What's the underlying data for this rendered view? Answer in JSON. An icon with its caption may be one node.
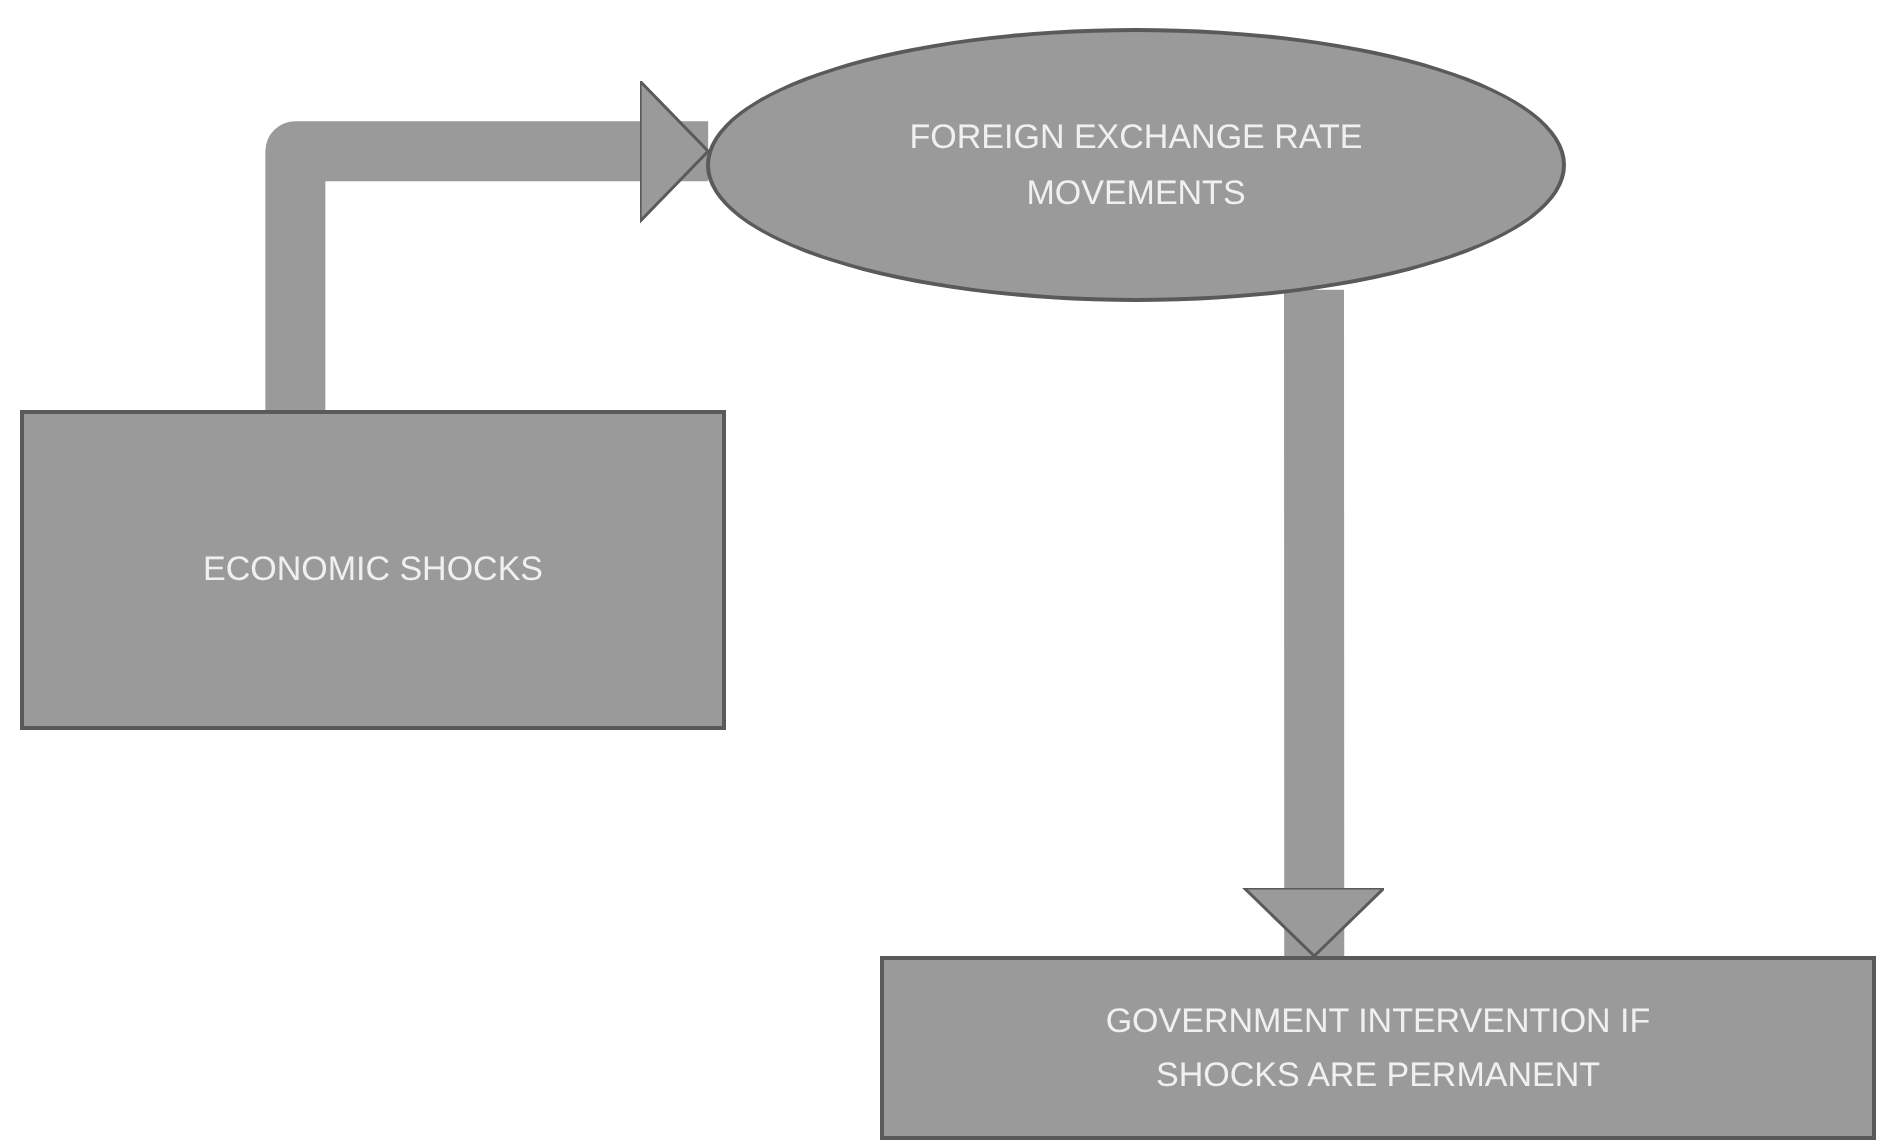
{
  "diagram": {
    "nodes": [
      {
        "text": [
          "ECONOMIC SHOCKS"
        ]
      },
      {
        "text": [
          "FOREIGN EXCHANGE RATE MOVEMENTS"
        ]
      },
      {
        "text": [
          "GOVERNMENT INTERVENTION IF SHOCKS ARE PERMANENT"
        ]
      }
    ],
    "edges": [
      {
        "from": 0,
        "to": 1,
        "arrow": "to"
      },
      {
        "from": 1,
        "to": 2,
        "arrow": "to"
      }
    ]
  }
}
